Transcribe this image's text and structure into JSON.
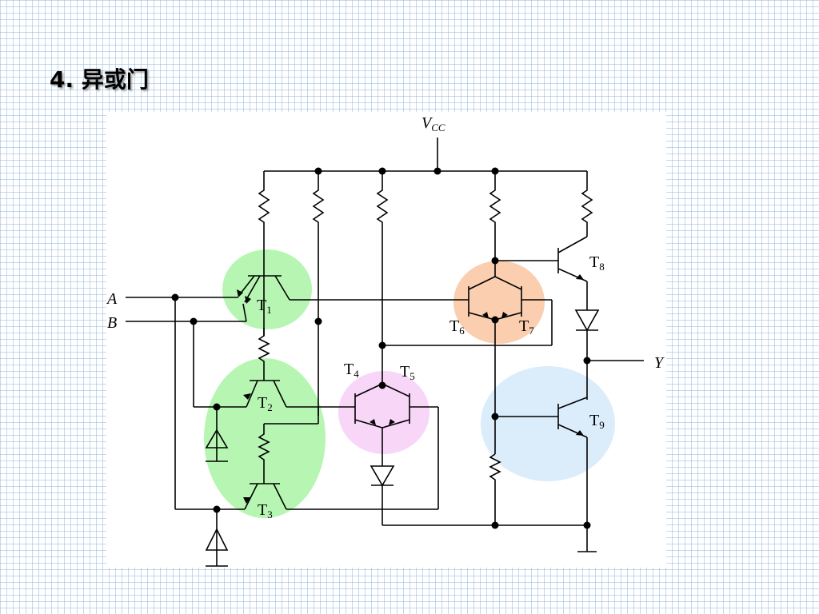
{
  "slide": {
    "title": "4. 异或门"
  },
  "circuit": {
    "supply_main": "V",
    "supply_sub": "CC",
    "input_a": "A",
    "input_b": "B",
    "output": "Y",
    "transistors": [
      {
        "id": "T1",
        "main": "T",
        "sub": "1"
      },
      {
        "id": "T2",
        "main": "T",
        "sub": "2"
      },
      {
        "id": "T3",
        "main": "T",
        "sub": "3"
      },
      {
        "id": "T4",
        "main": "T",
        "sub": "4"
      },
      {
        "id": "T5",
        "main": "T",
        "sub": "5"
      },
      {
        "id": "T6",
        "main": "T",
        "sub": "6"
      },
      {
        "id": "T7",
        "main": "T",
        "sub": "7"
      },
      {
        "id": "T8",
        "main": "T",
        "sub": "8"
      },
      {
        "id": "T9",
        "main": "T",
        "sub": "9"
      }
    ],
    "highlight_colors": {
      "green": "#a9f5a4",
      "pink": "#f7d2f7",
      "orange": "#f9c9a6",
      "blue": "#d9ebfb"
    }
  }
}
